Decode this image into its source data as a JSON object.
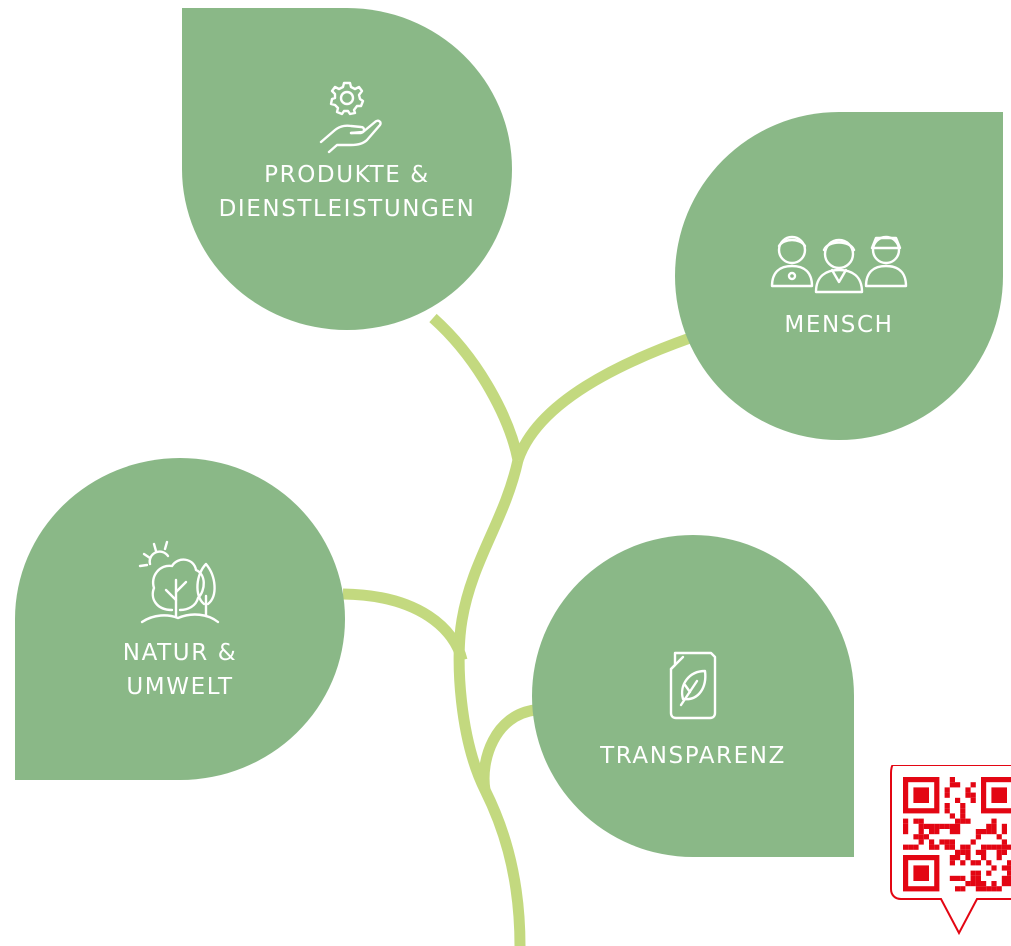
{
  "leaves": {
    "produkte": {
      "label": "PRODUKTE &\nDIENSTLEISTUNGEN",
      "icon": "hand-gear-icon"
    },
    "mensch": {
      "label": "MENSCH",
      "icon": "people-group-icon"
    },
    "natur": {
      "label": "NATUR &\nUMWELT",
      "icon": "tree-sun-icon"
    },
    "transparenz": {
      "label": "TRANSPARENZ",
      "icon": "leaf-document-icon"
    }
  },
  "colors": {
    "leaf": "#8ab887",
    "stem": "#c3d97f",
    "text": "#ffffff",
    "qr_badge": "#e30613"
  }
}
